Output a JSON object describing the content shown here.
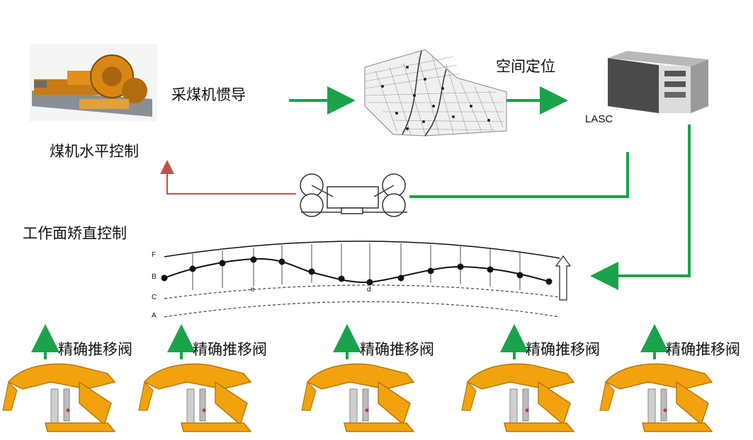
{
  "labels": {
    "shearer_control": "煤机水平控制",
    "shearer_inertial": "采煤机惯导",
    "spatial_positioning": "空间定位",
    "lasc": "LASC",
    "face_straightening": "工作面矫直控制",
    "valve": "精确推移阀"
  },
  "curve_labels": {
    "F": "F",
    "B": "B",
    "C": "C",
    "A": "A",
    "e": "e",
    "d": "d"
  },
  "support_count": 5,
  "colors": {
    "green_arrow": "#1aa34a",
    "red_arrow": "#c0504d",
    "support_orange": "#f2a20c",
    "support_dark": "#b8780a"
  }
}
